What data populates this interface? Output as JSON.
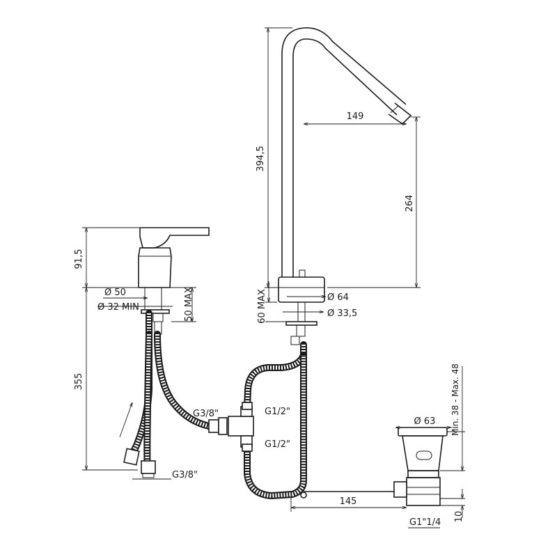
{
  "dimensions": {
    "spout_height_total": "394,5",
    "spout_reach": "149",
    "spout_outlet_height": "264",
    "mixer_height": "91,5",
    "mixer_base_diameter": "Ø 50",
    "mixer_hole_min": "Ø 32 MIN",
    "mixer_deck_max": "50 MAX",
    "hose_length": "355",
    "spout_base_diameter": "Ø 64",
    "spout_hole_diameter": "Ø 33,5",
    "spout_deck_max": "60 MAX",
    "connector_mixer": "G3/8\"",
    "connector_mixer_bottom": "G3/8\"",
    "connector_tee_top": "G1/2\"",
    "connector_tee_bottom": "G1/2\"",
    "waste_rod_length": "145",
    "waste_diameter": "Ø 63",
    "waste_deck_range": "Min. 38 - Max. 48",
    "waste_thread": "G1\"1/4",
    "waste_bottom": "10"
  }
}
